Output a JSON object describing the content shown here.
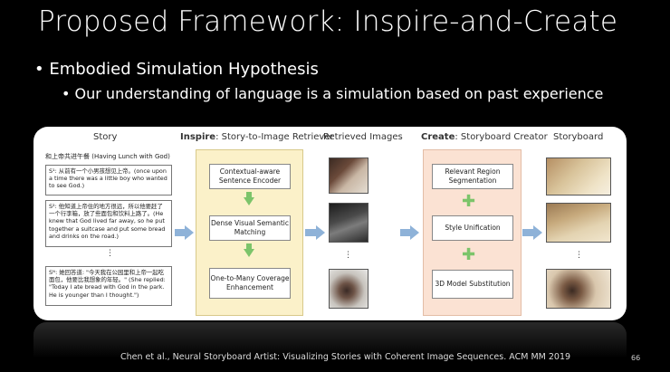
{
  "slide": {
    "title": "Proposed Framework: Inspire-and-Create",
    "bullet_1": "Embodied Simulation Hypothesis",
    "bullet_2": "Our understanding of language is a simulation based on past experience",
    "footer": "Chen et al., Neural Storyboard Artist: Visualizing Stories with Coherent Image Sequences. ACM MM 2019",
    "page_number": "66"
  },
  "diagram": {
    "headers": {
      "story": "Story",
      "inspire_bold": "Inspire",
      "inspire_rest": ": Story-to-Image Retriever",
      "retrieved": "Retrieved Images",
      "create_bold": "Create",
      "create_rest": ": Storyboard Creator",
      "storyboard": "Storyboard"
    },
    "story_title": "和上帝共进午餐 (Having Lunch with God)",
    "story_boxes": [
      "S¹: 从前有一个小男孩想见上帝。(once upon a time there was a little boy who wanted to see God.)",
      "S²: 他知道上帝住的地方很远，所以他要赶了一个行李箱，放了些面包和饮料上路了。(He knew that God lived far away, so he put together a suitcase and put some bread and drinks on the road.)",
      "Sᴺ: 她回答道: \"今天我在公园里和上帝一起吃面包，他要比我想象的年轻。\" (She replied: \"Today I ate bread with God in the park. He is younger than I thought.\")"
    ],
    "ellipsis": "⋮",
    "inspire_stages": [
      "Contextual-aware Sentence Encoder",
      "Dense Visual Semantic Matching",
      "One-to-Many Coverage Enhancement"
    ],
    "create_stages": [
      "Relevant Region Segmentation",
      "Style Unification",
      "3D Model Substitution"
    ],
    "colors": {
      "arrow": "#8eb2d8",
      "inspire_bg": "#fbf1c9",
      "create_bg": "#fbe2d3",
      "connector": "#7cc46a"
    }
  }
}
